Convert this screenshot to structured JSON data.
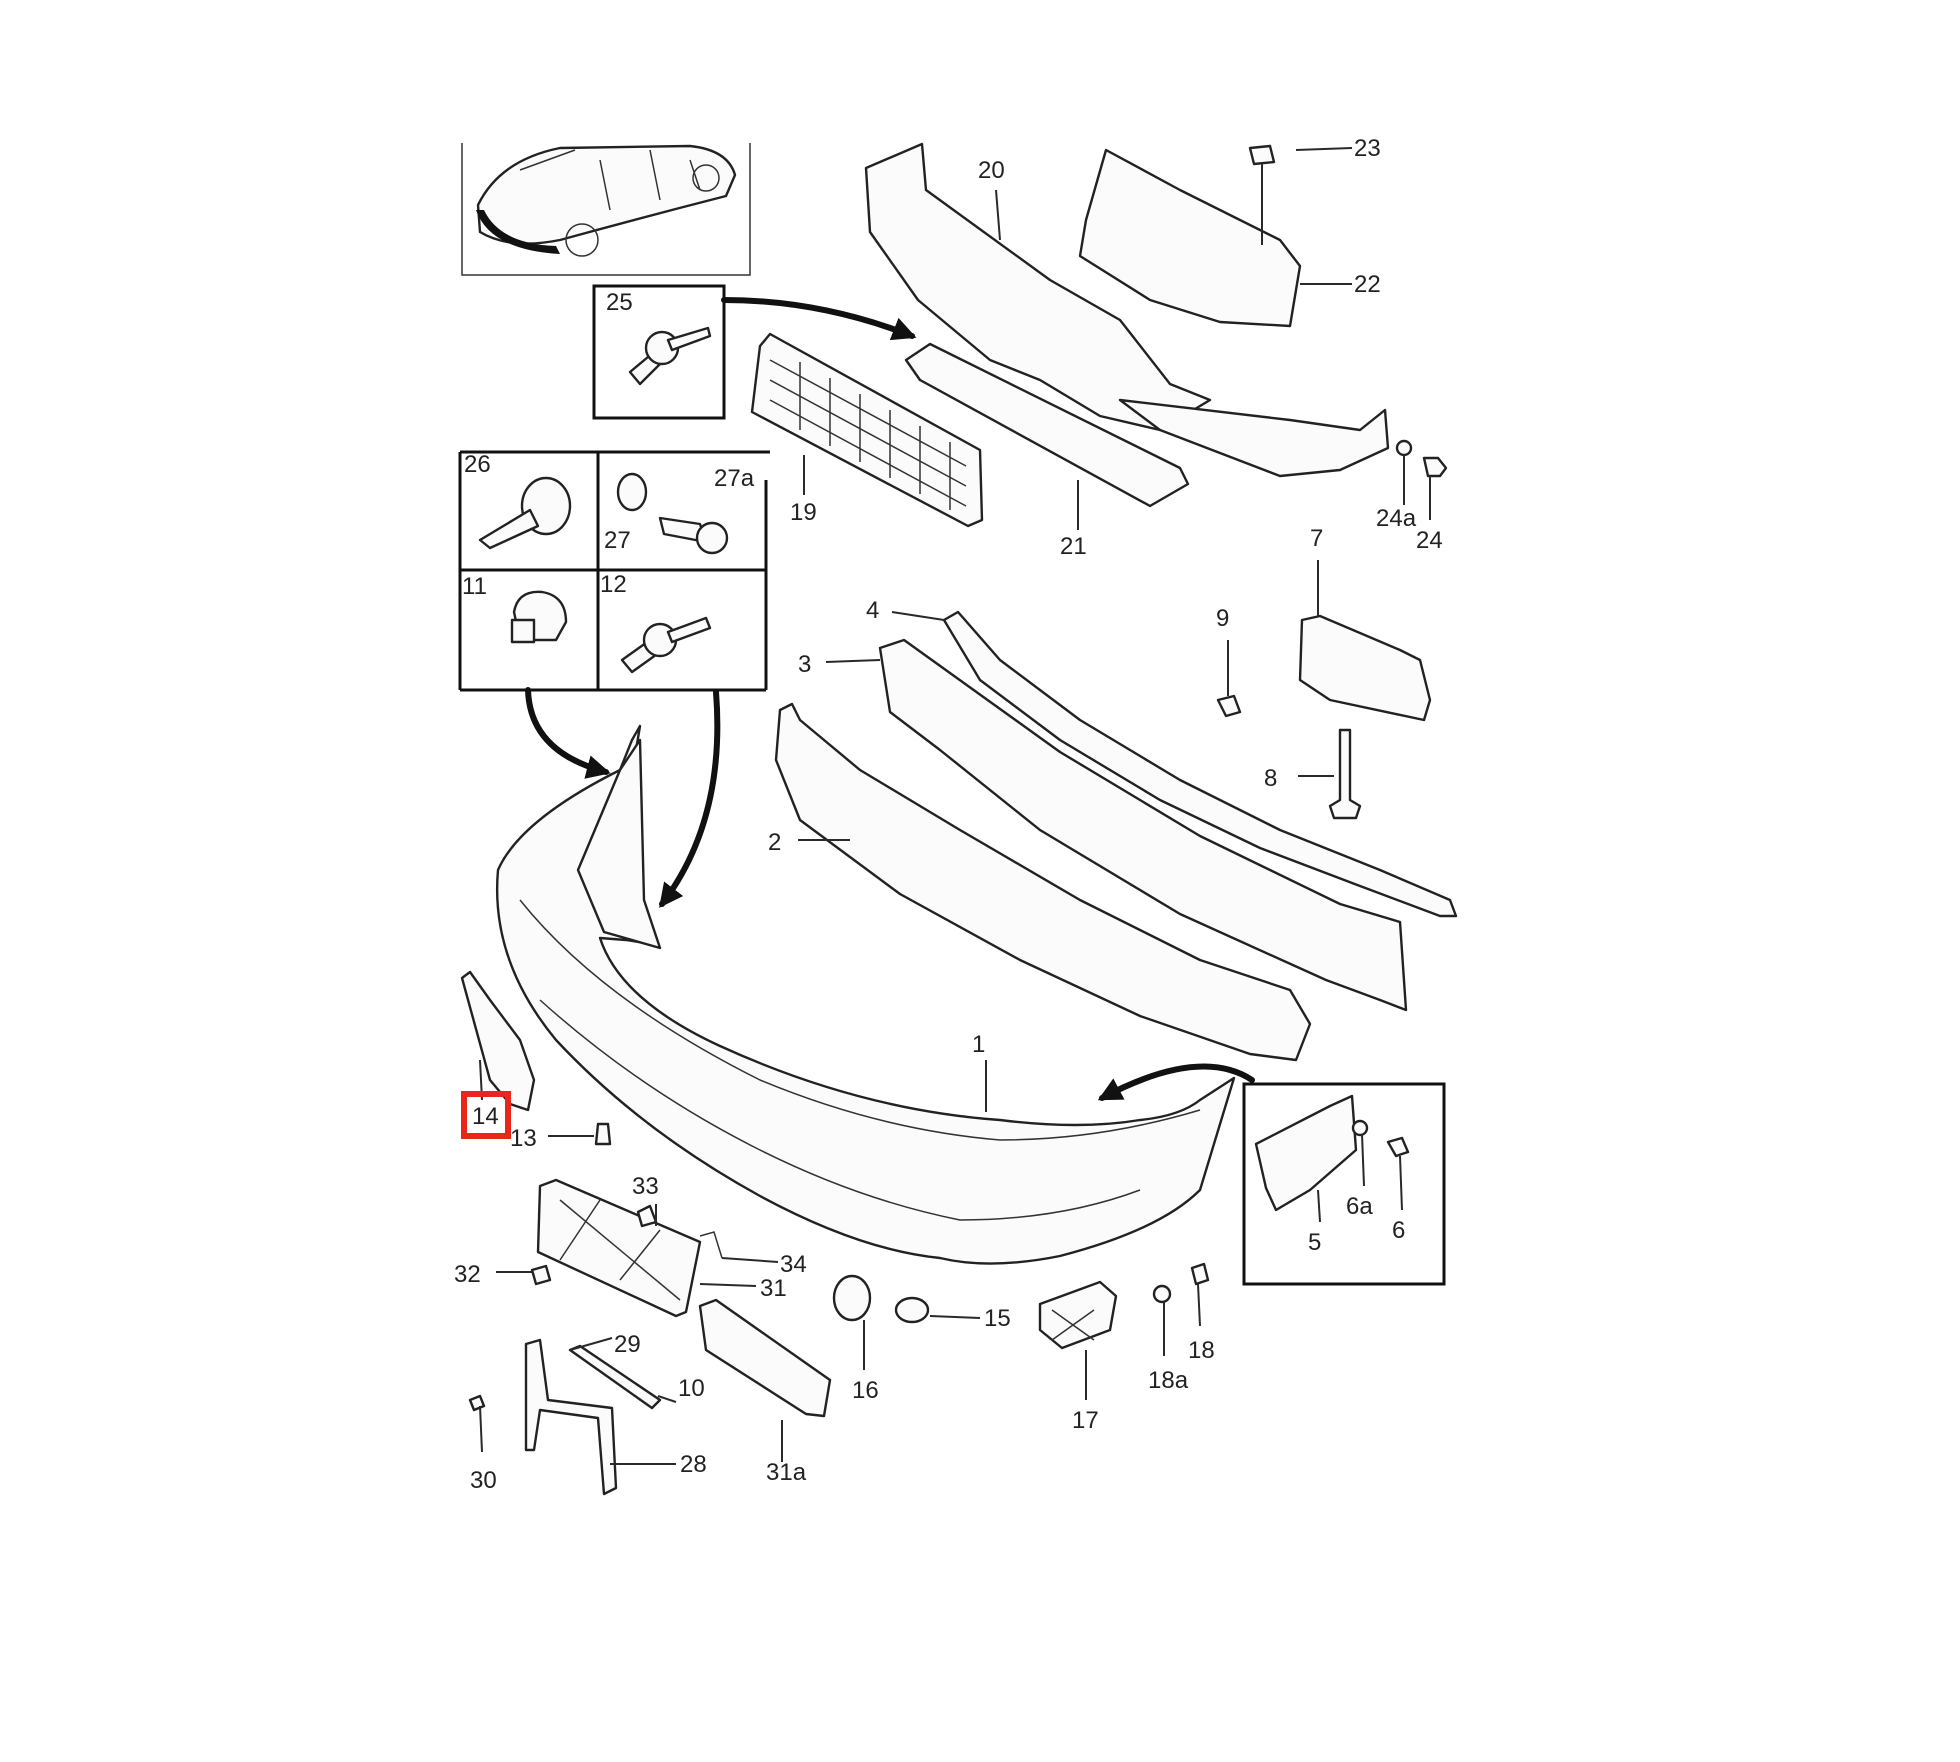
{
  "diagram": {
    "highlight_color": "#e8261a",
    "highlighted_part": "14",
    "labels": {
      "p1": "1",
      "p2": "2",
      "p3": "3",
      "p4": "4",
      "p5": "5",
      "p6": "6",
      "p6a": "6a",
      "p7": "7",
      "p8": "8",
      "p9": "9",
      "p10": "10",
      "p11": "11",
      "p12": "12",
      "p13": "13",
      "p14": "14",
      "p15": "15",
      "p16": "16",
      "p17": "17",
      "p18": "18",
      "p18a": "18a",
      "p19": "19",
      "p20": "20",
      "p21": "21",
      "p22": "22",
      "p23": "23",
      "p24": "24",
      "p24a": "24a",
      "p25": "25",
      "p26": "26",
      "p27": "27",
      "p27a": "27a",
      "p28": "28",
      "p29": "29",
      "p30": "30",
      "p31": "31",
      "p31a": "31a",
      "p32": "32",
      "p33": "33",
      "p34": "34"
    }
  }
}
